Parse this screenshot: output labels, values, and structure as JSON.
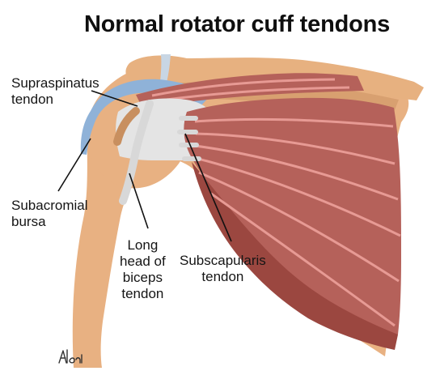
{
  "title": "Normal rotator cuff tendons",
  "labels": {
    "supraspinatus": [
      "Supraspinatus",
      "tendon"
    ],
    "subacromial_bursa": [
      "Subacromial",
      "bursa"
    ],
    "biceps": [
      "Long",
      "head of",
      "biceps",
      "tendon"
    ],
    "subscapularis": [
      "Subscapularis",
      "tendon"
    ]
  },
  "signature": "Alai",
  "colors": {
    "bone": "#e8b182",
    "bone_shadow": "#c99263",
    "muscle": "#b5615a",
    "muscle_dark": "#9b4740",
    "muscle_stripe": "#e79a94",
    "tendon": "#e4e4e4",
    "bursa": "#8fb2d8",
    "label_line": "#111111"
  }
}
